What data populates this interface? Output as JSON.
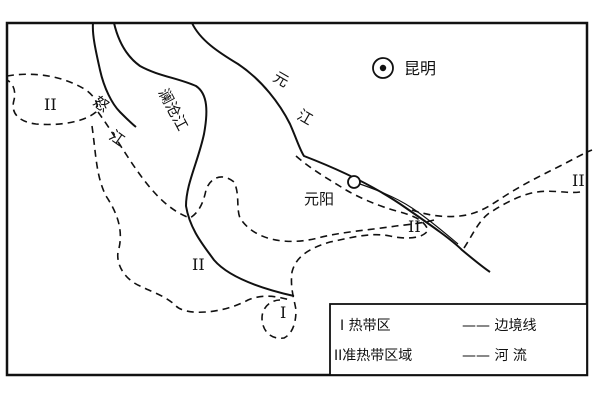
{
  "map": {
    "city": {
      "kunming": "昆明",
      "yuanyang": "元阳"
    },
    "rivers": {
      "nujiang_1": "怒",
      "nujiang_2": "江",
      "lancang": "澜沧江",
      "yuanjiang_1": "元",
      "yuanjiang_2": "江"
    },
    "zones": {
      "zone_ii_top_left": "II",
      "zone_ii_center": "II",
      "zone_ii_yuanyang": "II",
      "zone_ii_right": "II",
      "zone_i_bottom": "I"
    },
    "legend": {
      "tropical_label": "I 热带区",
      "border_label": "—— 边境线",
      "subtropical_label": "II准热带区域",
      "river_label": "—— 河  流"
    }
  }
}
